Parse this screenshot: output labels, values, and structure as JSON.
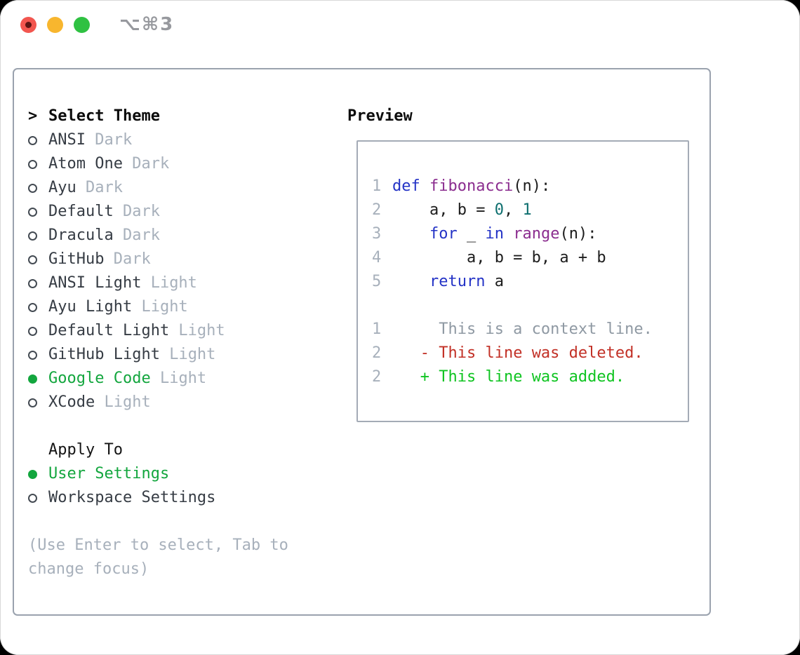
{
  "window": {
    "title": "⌥⌘3",
    "traffic_lights": [
      "close",
      "minimize",
      "zoom"
    ]
  },
  "theme_panel": {
    "header": {
      "prompt": ">",
      "label": "Select Theme"
    },
    "themes": [
      {
        "name": "ANSI",
        "variant": "Dark",
        "selected": false
      },
      {
        "name": "Atom One",
        "variant": "Dark",
        "selected": false
      },
      {
        "name": "Ayu",
        "variant": "Dark",
        "selected": false
      },
      {
        "name": "Default",
        "variant": "Dark",
        "selected": false
      },
      {
        "name": "Dracula",
        "variant": "Dark",
        "selected": false
      },
      {
        "name": "GitHub",
        "variant": "Dark",
        "selected": false
      },
      {
        "name": "ANSI Light",
        "variant": "Light",
        "selected": false
      },
      {
        "name": "Ayu Light",
        "variant": "Light",
        "selected": false
      },
      {
        "name": "Default Light",
        "variant": "Light",
        "selected": false
      },
      {
        "name": "GitHub Light",
        "variant": "Light",
        "selected": false
      },
      {
        "name": "Google Code",
        "variant": "Light",
        "selected": true
      },
      {
        "name": "XCode",
        "variant": "Light",
        "selected": false
      }
    ],
    "apply_to": {
      "label": "Apply To",
      "options": [
        {
          "label": "User Settings",
          "selected": true
        },
        {
          "label": "Workspace Settings",
          "selected": false
        }
      ]
    },
    "hint": "(Use Enter to select, Tab to change focus)"
  },
  "preview": {
    "label": "Preview",
    "code_lines": [
      {
        "num": "1",
        "segments": [
          {
            "text": "def",
            "color": "keyword"
          },
          {
            "text": " "
          },
          {
            "text": "fibonacci",
            "color": "function"
          },
          {
            "text": "(n):"
          }
        ]
      },
      {
        "num": "2",
        "segments": [
          {
            "text": "    a, b = "
          },
          {
            "text": "0",
            "color": "literal"
          },
          {
            "text": ", "
          },
          {
            "text": "1",
            "color": "literal"
          }
        ]
      },
      {
        "num": "3",
        "segments": [
          {
            "text": "    "
          },
          {
            "text": "for",
            "color": "keyword"
          },
          {
            "text": " _ "
          },
          {
            "text": "in",
            "color": "keyword"
          },
          {
            "text": " "
          },
          {
            "text": "range",
            "color": "function"
          },
          {
            "text": "(n):"
          }
        ]
      },
      {
        "num": "4",
        "segments": [
          {
            "text": "        a, b = b, a + b"
          }
        ]
      },
      {
        "num": "5",
        "segments": [
          {
            "text": "    "
          },
          {
            "text": "return",
            "color": "keyword"
          },
          {
            "text": " a"
          }
        ]
      }
    ],
    "diff_lines": [
      {
        "num": "1",
        "segments": [
          {
            "text": "     This is a context line.",
            "color": "context"
          }
        ]
      },
      {
        "num": "2",
        "segments": [
          {
            "text": "   "
          },
          {
            "text": "- This line was deleted.",
            "color": "deleted"
          }
        ]
      },
      {
        "num": "2",
        "segments": [
          {
            "text": "   "
          },
          {
            "text": "+ This line was added.",
            "color": "added"
          }
        ]
      }
    ]
  },
  "colors": {
    "accent_green": "#13a63e",
    "diff_added": "#0fc421",
    "diff_removed": "#c23026",
    "context_gray": "#8f99a3",
    "muted_gray": "#a7b0bb",
    "keyword_blue": "#2433c6",
    "function_purple": "#8b2d8f",
    "literal_teal": "#0e6f6f",
    "text_dark": "#363c44",
    "panel_border": "#9aa2ae"
  }
}
